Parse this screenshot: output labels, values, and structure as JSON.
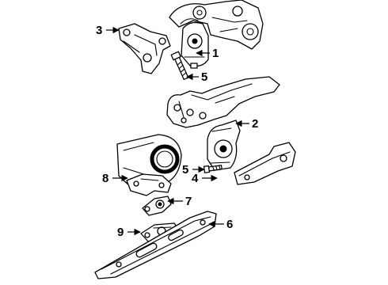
{
  "callouts": {
    "part_1": "1",
    "part_2": "2",
    "part_3": "3",
    "part_4": "4",
    "part_5_upper": "5",
    "part_5_lower": "5",
    "part_6": "6",
    "part_7": "7",
    "part_8": "8",
    "part_9": "9"
  }
}
